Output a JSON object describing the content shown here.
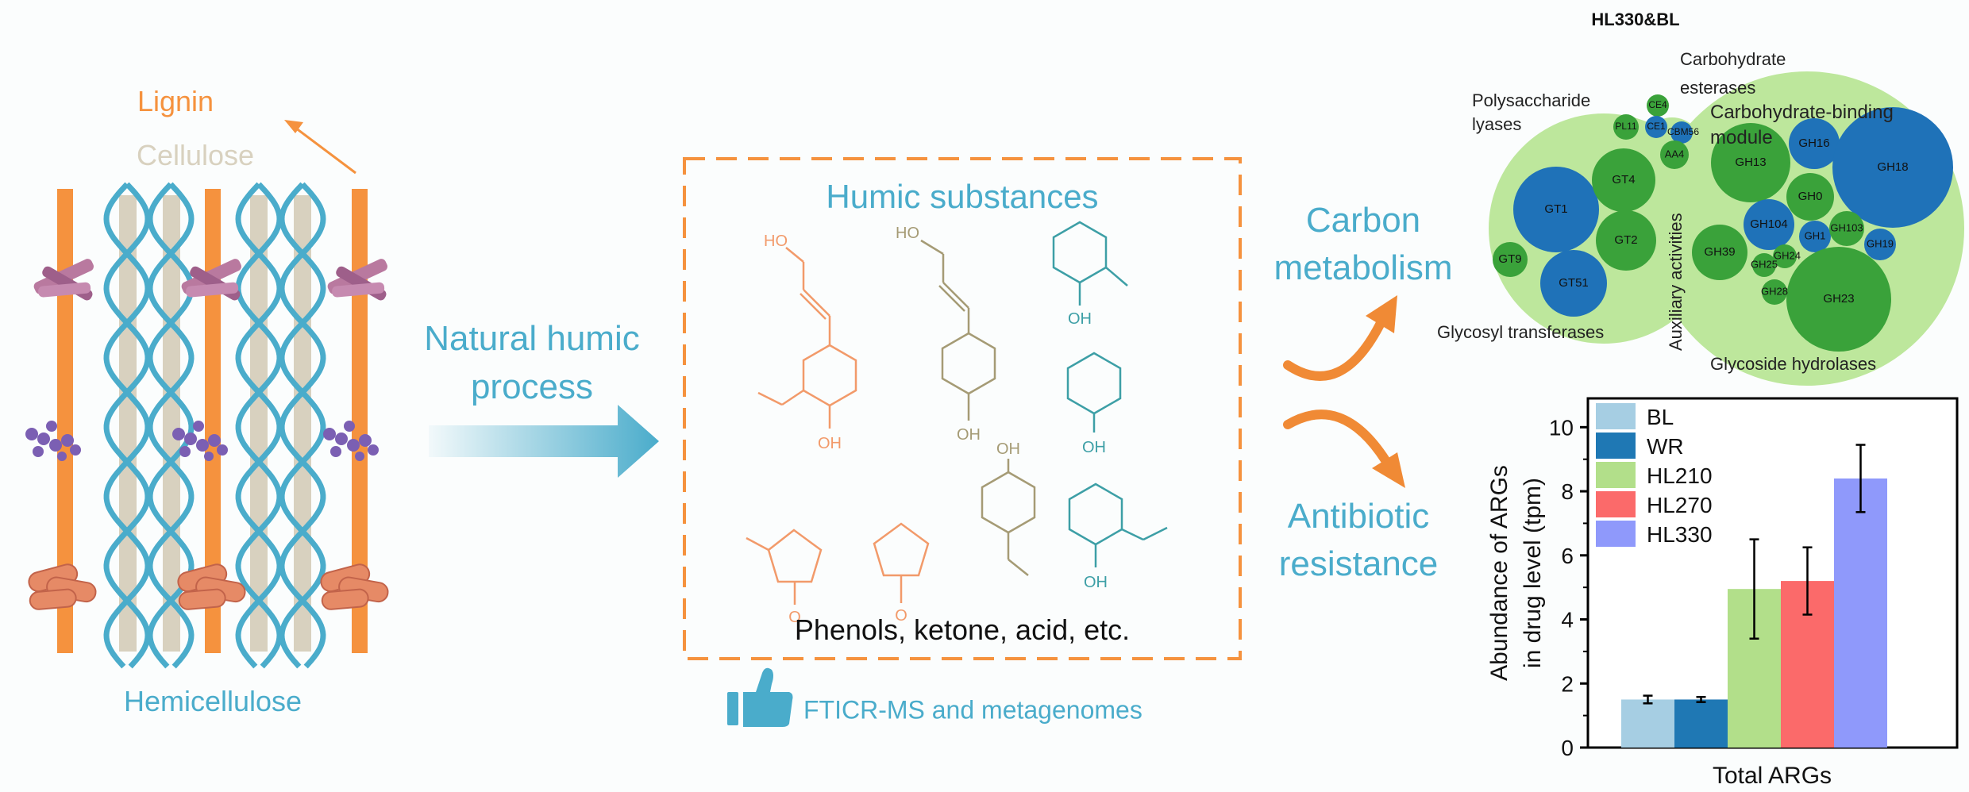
{
  "colors": {
    "orange": "#f5923e",
    "teal": "#4aaccb",
    "cellulose": "#d8d1bf",
    "light_green": "#bde79c",
    "green": "#3aa23a",
    "blue": "#1f72b8",
    "chem_orange": "#f29a6a",
    "chem_olive": "#a59b75",
    "chem_teal": "#3d9fa6"
  },
  "left_panel": {
    "lignin_label": "Lignin",
    "cellulose_label": "Cellulose",
    "hemicellulose_label": "Hemicellulose"
  },
  "process": {
    "label_line1": "Natural humic",
    "label_line2": "process"
  },
  "center_box": {
    "title": "Humic substances",
    "caption": "Phenols, ketone, acid, etc.",
    "oh_label": "OH",
    "ho_label": "HO",
    "o_label": "O"
  },
  "methods": {
    "label": "FTICR-MS and metagenomes",
    "icon": "thumbs-up-icon"
  },
  "outcomes": {
    "carbon_line1": "Carbon",
    "carbon_line2": "metabolism",
    "antibiotic_line1": "Antibiotic",
    "antibiotic_line2": "resistance"
  },
  "bubble_chart": {
    "title": "HL330&BL",
    "group_labels": {
      "pl_line1": "Polysaccharide",
      "pl_line2": "lyases",
      "ce_line1": "Carbohydrate",
      "ce_line2": "esterases",
      "cbm_line1": "Carbohydrate-binding",
      "cbm_line2": "module",
      "aa": "Auxiliary activities",
      "gt": "Glycosyl transferases",
      "gh": "Glycoside hydrolases"
    },
    "bubbles": {
      "gt1": "GT1",
      "gt4": "GT4",
      "gt2": "GT2",
      "gt9": "GT9",
      "gt51": "GT51",
      "pl11": "PL11",
      "ce4": "CE4",
      "ce1": "CE1",
      "cbm56": "CBM56",
      "aa4": "AA4",
      "gh13": "GH13",
      "gh16": "GH16",
      "gh18": "GH18",
      "gh0": "GH0",
      "gh104": "GH104",
      "gh1": "GH1",
      "gh103": "GH103",
      "gh19": "GH19",
      "gh39": "GH39",
      "gh24": "GH24",
      "gh25": "GH25",
      "gh28": "GH28",
      "gh23": "GH23"
    }
  },
  "chart_data": {
    "type": "bar",
    "categories": [
      "Total ARGs"
    ],
    "series": [
      {
        "name": "BL",
        "values": [
          1.5
        ],
        "error": [
          0.12
        ],
        "color": "#a6cee3"
      },
      {
        "name": "WR",
        "values": [
          1.5
        ],
        "error": [
          0.08
        ],
        "color": "#1f78b4"
      },
      {
        "name": "HL210",
        "values": [
          4.95
        ],
        "error": [
          1.55
        ],
        "color": "#b2df8a"
      },
      {
        "name": "HL270",
        "values": [
          5.2
        ],
        "error": [
          1.05
        ],
        "color": "#fb6a6a"
      },
      {
        "name": "HL330",
        "values": [
          8.4
        ],
        "error": [
          1.05
        ],
        "color": "#8f99fb"
      }
    ],
    "title": "",
    "xlabel": "Total ARGs",
    "ylabel_line1": "Abundance of ARGs",
    "ylabel_line2": "in drug level (tpm)",
    "ylim": [
      0,
      10.9
    ],
    "yticks": [
      "0",
      "2",
      "4",
      "6",
      "8",
      "10"
    ],
    "grid": false,
    "legend": "top-left"
  }
}
